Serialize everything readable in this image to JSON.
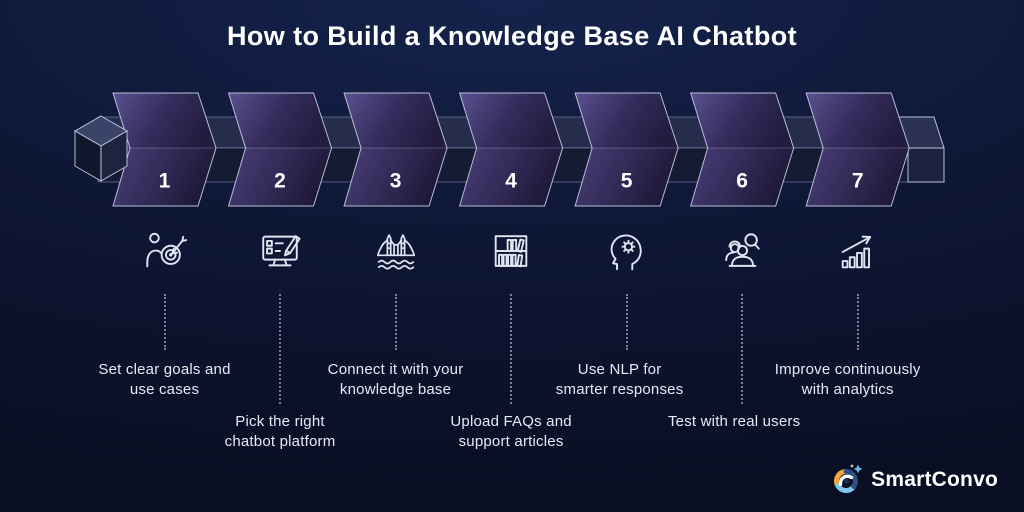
{
  "title": "How to Build a Knowledge Base AI Chatbot",
  "steps": [
    {
      "number": "1",
      "label": "Set clear goals and\nuse cases",
      "icon": "goal-target-icon",
      "label_position": "upper"
    },
    {
      "number": "2",
      "label": "Pick the right\nchatbot platform",
      "icon": "platform-monitor-icon",
      "label_position": "lower"
    },
    {
      "number": "3",
      "label": "Connect it with your\nknowledge base",
      "icon": "bridge-connect-icon",
      "label_position": "upper"
    },
    {
      "number": "4",
      "label": "Upload FAQs and\nsupport articles",
      "icon": "knowledge-shelf-icon",
      "label_position": "lower"
    },
    {
      "number": "5",
      "label": "Use NLP for\nsmarter responses",
      "icon": "nlp-head-gear-icon",
      "label_position": "upper"
    },
    {
      "number": "6",
      "label": "Test with real users",
      "icon": "user-testing-icon",
      "label_position": "lower"
    },
    {
      "number": "7",
      "label": "Improve continuously\nwith analytics",
      "icon": "analytics-growth-icon",
      "label_position": "upper"
    }
  ],
  "brand": {
    "name": "SmartConvo",
    "logo_icon": "smartconvo-swirl-icon"
  },
  "colors": {
    "background_top": "#15234c",
    "background_bottom": "#090e23",
    "block_top_light": "#5a5090",
    "block_top_dark": "#221c40",
    "block_bottom_light": "#4a3f78",
    "block_bottom_dark": "#1e1838",
    "beam_top": "#262c4b",
    "beam_front": "#141b33",
    "outline": "#c3cae8",
    "number_text": "#ffffff",
    "label_text": "#e7eaf4",
    "title_text": "#ffffff",
    "icon_stroke": "#dfe5f2",
    "accent_orange": "#f2a63c",
    "accent_blue": "#7cc6ec"
  }
}
